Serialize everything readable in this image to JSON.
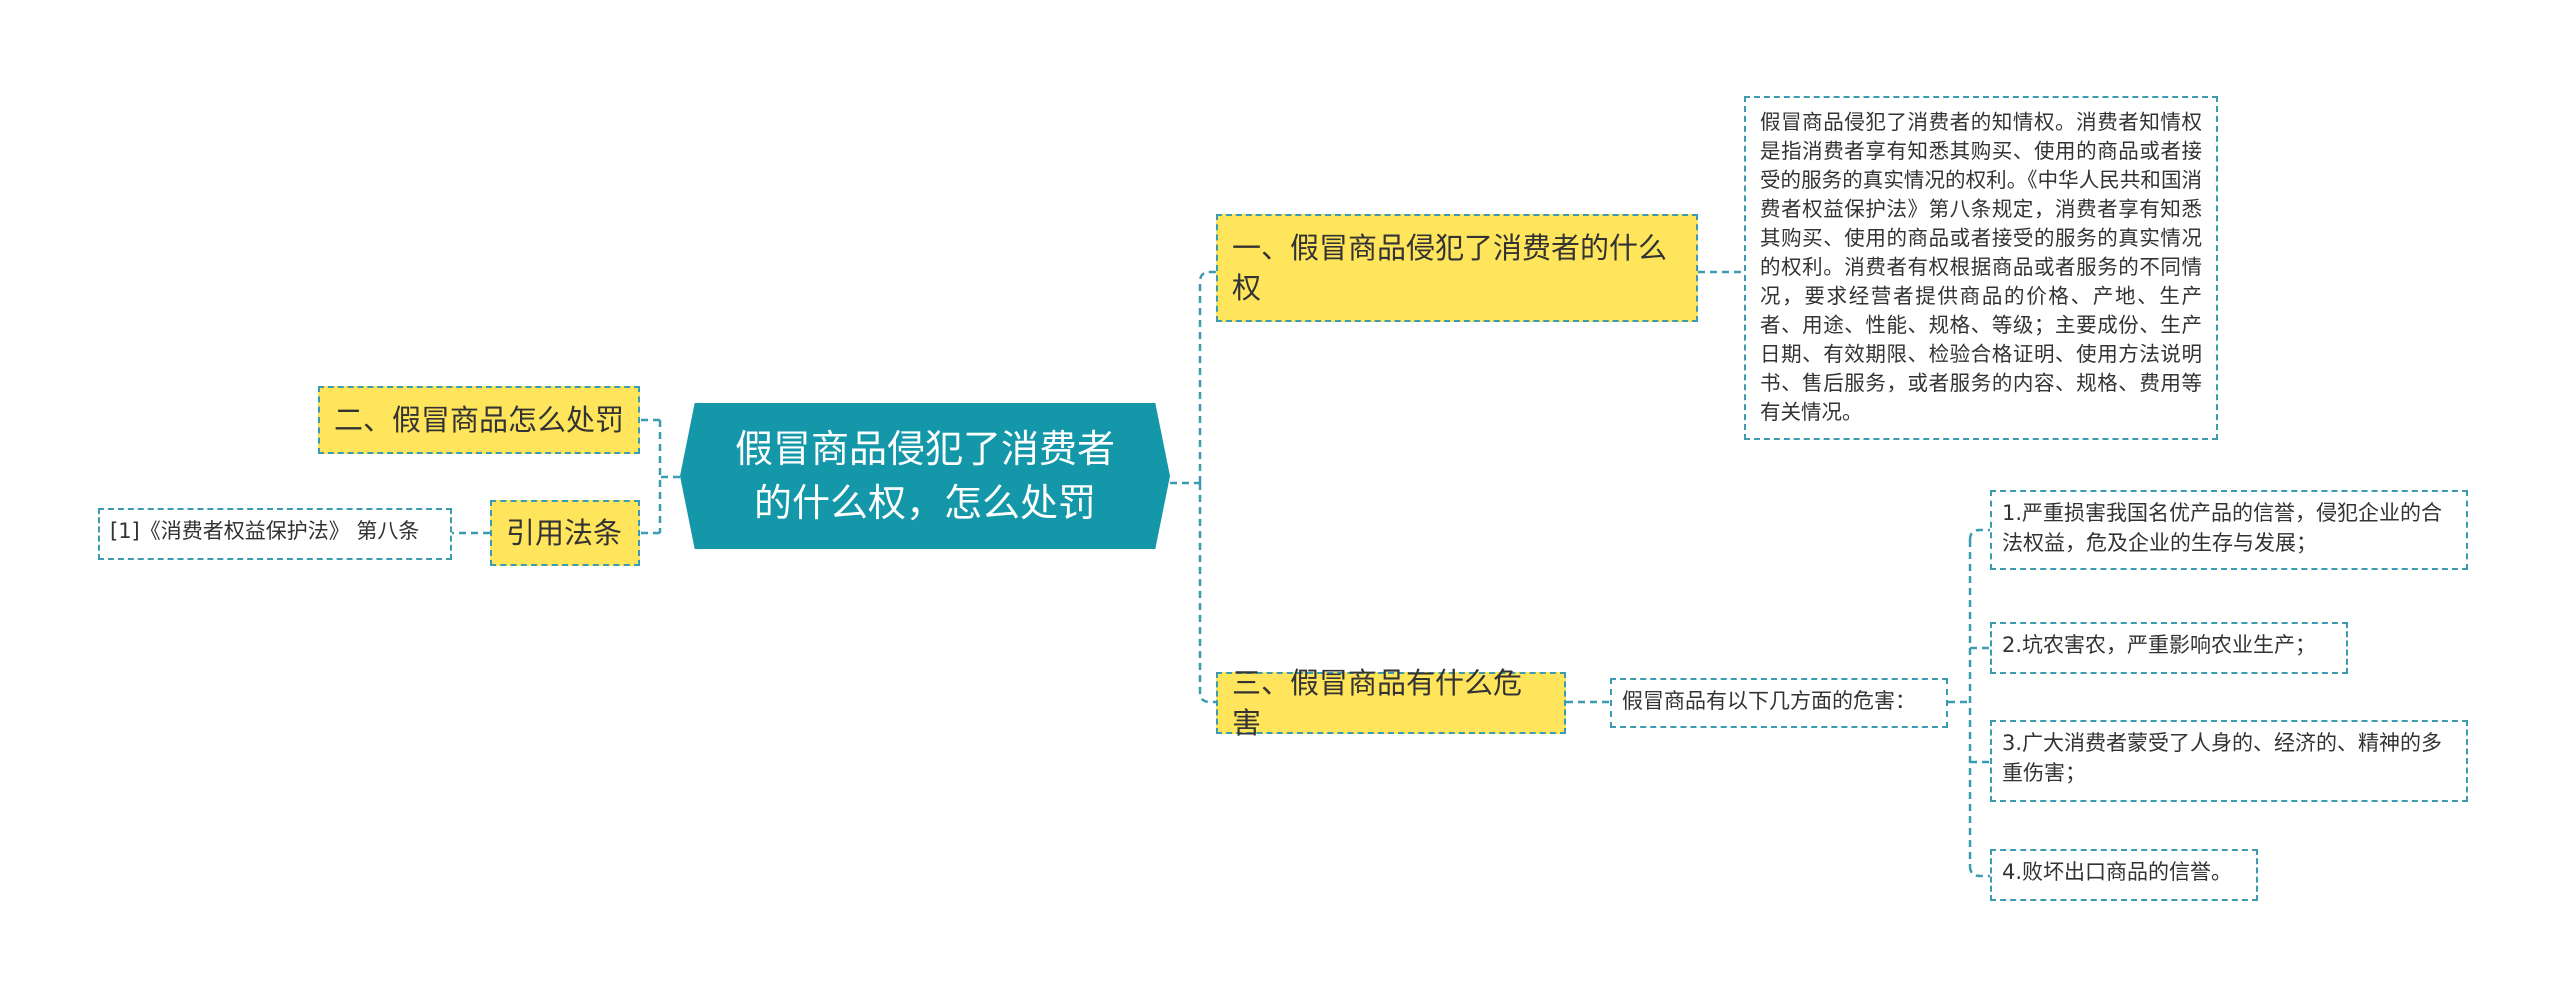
{
  "colors": {
    "center_bg": "#1497a8",
    "center_text": "#ffffff",
    "topic_bg": "#ffe55c",
    "connector": "#3b9bb0",
    "leaf_bg": "#ffffff",
    "text": "#333333"
  },
  "center": {
    "label": "假冒商品侵犯了消费者的什么权，怎么处罚"
  },
  "right": {
    "topic1": {
      "label": "一、假冒商品侵犯了消费者的什么权",
      "detail": "假冒商品侵犯了消费者的知情权。消费者知情权是指消费者享有知悉其购买、使用的商品或者接受的服务的真实情况的权利。《中华人民共和国消费者权益保护法》第八条规定，消费者享有知悉其购买、使用的商品或者接受的服务的真实情况的权利。消费者有权根据商品或者服务的不同情况，要求经营者提供商品的价格、产地、生产者、用途、性能、规格、等级；主要成份、生产日期、有效期限、检验合格证明、使用方法说明书、售后服务，或者服务的内容、规格、费用等有关情况。"
    },
    "topic3": {
      "label": "三、假冒商品有什么危害",
      "intro": "假冒商品有以下几方面的危害：",
      "items": [
        "1.严重损害我国名优产品的信誉，侵犯企业的合法权益，危及企业的生存与发展；",
        "2.坑农害农，严重影响农业生产；",
        "3.广大消费者蒙受了人身的、经济的、精神的多重伤害；",
        "4.败坏出口商品的信誉。"
      ]
    }
  },
  "left": {
    "topic2": {
      "label": "二、假冒商品怎么处罚"
    },
    "citation": {
      "label": "引用法条",
      "item": "[1]《消费者权益保护法》 第八条"
    }
  }
}
